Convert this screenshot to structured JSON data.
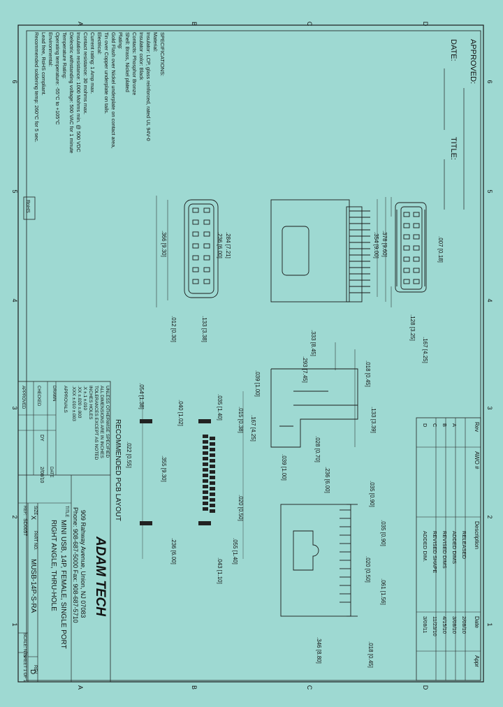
{
  "grid": {
    "top_letters": [
      "D",
      "C",
      "B",
      "A"
    ],
    "bottom_letters": [
      "D",
      "C",
      "B",
      "A"
    ],
    "left_numbers": [
      "6",
      "5",
      "4",
      "3",
      "2",
      "1"
    ],
    "right_numbers": [
      "6",
      "5",
      "4",
      "3",
      "2",
      "1"
    ]
  },
  "approval": {
    "approved": "APPROVED:",
    "date": "DATE:",
    "title": "TITLE:"
  },
  "specs": {
    "lines": [
      "SPECIFICATIONS:",
      "Material:",
      "Insulator: LCP, glass reinforced, rated UL 94V-0",
      "Insulator color: Black",
      "Contacts: Phosphor Bronze",
      "Shell: Brass, Nickel plated",
      "Plating:",
      "Gold Flash over Nickel underplate on contact area,",
      "Tin over Copper underplate on tails.",
      "Electrical:",
      "Current rating: 1 Amp max.",
      "Contact resistance: 30 mohms max.",
      "Insulation resistance: 1000 Mohms min. @ 500 VDC",
      "Dielectric withstanding voltage: 500 VAC for 1 minute",
      "Temperature Rating:",
      "Operating temperature: -55°C to +105°C",
      "Environmental:",
      "Lead free, RoHS compliant.",
      "Recommended soldering temp: 260°C for 5 sec."
    ],
    "rohs": "RoHS"
  },
  "revisions": {
    "headers": [
      "Rev",
      "AWO #",
      "Description",
      "Date",
      "Appr"
    ],
    "rows": [
      {
        "rev": "",
        "awo": "",
        "desc": "RELEASED",
        "date": "2/08/10",
        "appr": ""
      },
      {
        "rev": "A",
        "awo": "",
        "desc": "ADDED DIMS",
        "date": "3/08/10",
        "appr": ""
      },
      {
        "rev": "B",
        "awo": "",
        "desc": "REVISED DIMS",
        "date": "4/15/10",
        "appr": ""
      },
      {
        "rev": "C",
        "awo": "",
        "desc": "REVISED SHAPE",
        "date": "11/23/10",
        "appr": ""
      },
      {
        "rev": "D",
        "awo": "",
        "desc": "ADDED DIM.",
        "date": "3/08/11",
        "appr": ""
      }
    ]
  },
  "tolerances": {
    "lines": [
      "UNLESS OTHERWISE SPECIFIED",
      "ALL DIMENSIONS ARE IN INCHES",
      "TOLERANCES EXCEPT AS NOTED",
      "INCHES          HOLES",
      ".X    ±.1           ±.010",
      ".XX   ±.020         ±.003",
      ".XXX  ±.010         ±.003",
      "APPROVALS",
      "DRAWN",
      "CHECKED",
      "APPROVED"
    ],
    "drawn_by": "DY",
    "drawn_date": "2/08/10",
    "date_label": "DATE"
  },
  "company": {
    "name": "ADAM TECH",
    "address": "909 Rahway Avenue, Union, NJ 07083",
    "phone": "Phone: 908-687-5000 Fax: 908-687-5710"
  },
  "title_block": {
    "title_label": "TITLE",
    "title_line1": "MINI USB, 14P, FEMALE, SINGLE PORT",
    "title_line2": "RIGHT ANGLE, THRU-HOLE",
    "size_label": "SIZE",
    "size": "X",
    "part_label": "PART NO.",
    "part": "MUSB-14P-S-RA",
    "rev_label": "REV",
    "rev": "D",
    "ref_label": "REF:",
    "ref": "SD0057",
    "scale": "SCALE: NTS",
    "sheet": "SHEET 1 OF 1"
  },
  "pcb_label": "RECOMMENDED PCB LAYOUT",
  "dims": {
    "d007": ".007 [0.18]",
    "d378": ".378 [9.60]",
    "d354": ".354 [9.00]",
    "d128": ".128 [3.25]",
    "d167": ".167 [4.25]",
    "d284": ".284 [7.21]",
    "d236a": ".236 [6.00]",
    "d366": ".366 [9.30]",
    "d133a": ".133 [3.38]",
    "d012": ".012 [0.30]",
    "d333": ".333 [8.45]",
    "d293": ".293 [7.45]",
    "d018a": ".018 [0.45]",
    "d039a": ".039 [1.00]",
    "d133b": ".133 [3.39]",
    "d167b": ".167 [4.25]",
    "d028": ".028 [0.70]",
    "d015": ".015 [0.38]",
    "d039b": ".039 [1.00]",
    "d236b": ".236 [6.00]",
    "d035a": ".035 [0.90]",
    "d035b": ".035 [0.90]",
    "d020a": ".020 [0.50]",
    "d061": ".061 [1.56]",
    "d346": ".346 [8.80]",
    "d018b": ".018 [0.45]",
    "d054": ".054 [1.38]",
    "d040": ".040 [1.02]",
    "d035c": ".035 [1.40]",
    "d022": ".022 [0.55]",
    "d355": ".355 [9.30]",
    "d020b": ".020 [0.50]",
    "d055": ".055 [1.40]",
    "d043": ".043 [1.10]",
    "d236c": ".236 [6.00]"
  }
}
